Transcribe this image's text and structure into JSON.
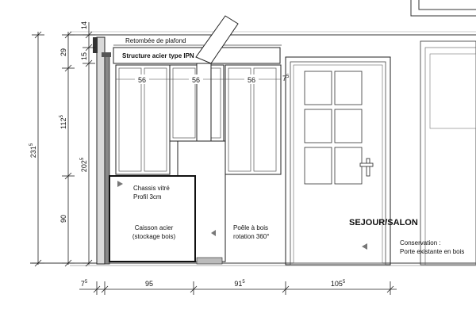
{
  "annotations": {
    "ceiling_drop": "Retombée de plafond",
    "steel_structure": "Structure acier type IPN",
    "glazed_frame_line1": "Chassis vitré",
    "glazed_frame_line2": "Profil 3cm",
    "steel_box_line1": "Caisson acier",
    "steel_box_line2": "(stockage bois)",
    "wood_stove_line1": "Poêle à bois",
    "wood_stove_line2": "rotation 360°",
    "conservation_line1": "Conservation :",
    "conservation_line2": "Porte existante en bois"
  },
  "room_label": "SEJOUR/SALON",
  "panel_widths": [
    "56",
    "56",
    "56"
  ],
  "top_right_dim": {
    "base": "7",
    "sup": "5"
  },
  "left_dims": {
    "outer_total": {
      "base": "231",
      "sup": "5"
    },
    "upper_29": "29",
    "middle_112": {
      "base": "112",
      "sup": "5"
    },
    "lower_90": "90",
    "inner_top_14": "14",
    "inner_15": "15",
    "inner_202": {
      "base": "202",
      "sup": "5"
    }
  },
  "bottom_dims": {
    "d1": {
      "base": "7",
      "sup": "5"
    },
    "d2": "95",
    "d3": {
      "base": "91",
      "sup": "5"
    },
    "d4": {
      "base": "105",
      "sup": "5"
    }
  }
}
